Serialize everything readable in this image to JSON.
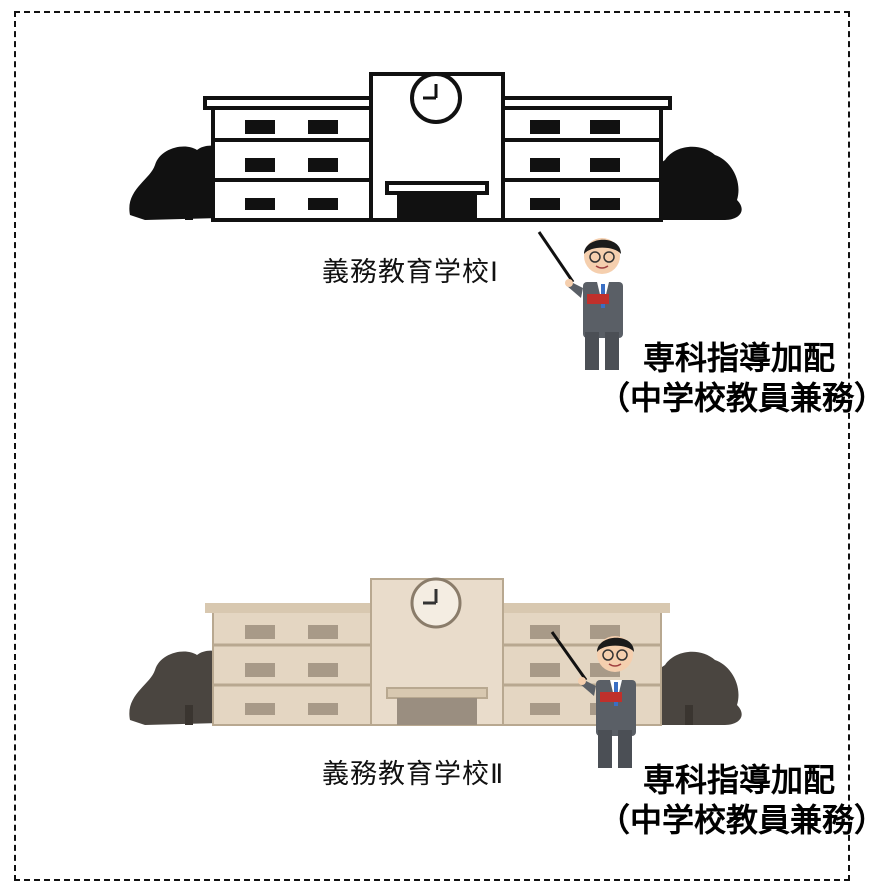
{
  "schools": [
    {
      "label": "義務教育学校Ⅰ",
      "caption_line1": "専科指導加配",
      "caption_line2": "（中学校教員兼務）",
      "style": "line-art"
    },
    {
      "label": "義務教育学校Ⅱ",
      "caption_line1": "専科指導加配",
      "caption_line2": "（中学校教員兼務）",
      "style": "color"
    }
  ],
  "colors": {
    "border": "#111111",
    "building_color": "#e4d6c2",
    "tree_color": "#4a4540",
    "suit": "#5a5f66",
    "tie": "#3a6fc4",
    "book": "#c0302b"
  }
}
